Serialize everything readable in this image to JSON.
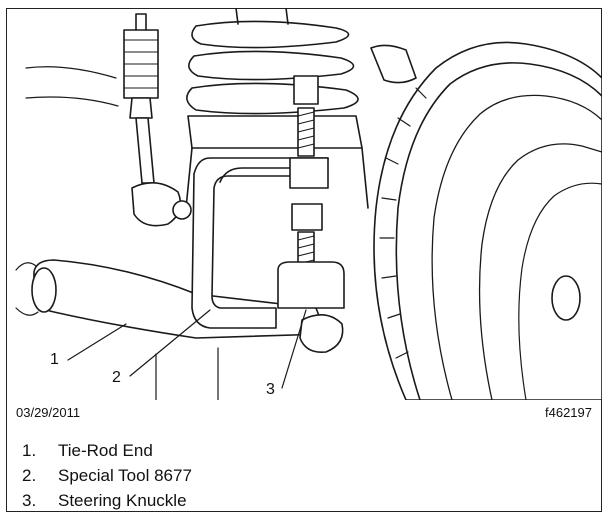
{
  "diagram": {
    "callouts": [
      {
        "id": "1",
        "label": "1"
      },
      {
        "id": "2",
        "label": "2"
      },
      {
        "id": "3",
        "label": "3"
      }
    ],
    "date": "03/29/2011",
    "figure_id": "f462197",
    "legend": [
      {
        "num": "1.",
        "text": "Tie-Rod End"
      },
      {
        "num": "2.",
        "text": "Special Tool 8677"
      },
      {
        "num": "3.",
        "text": "Steering Knuckle"
      }
    ]
  }
}
